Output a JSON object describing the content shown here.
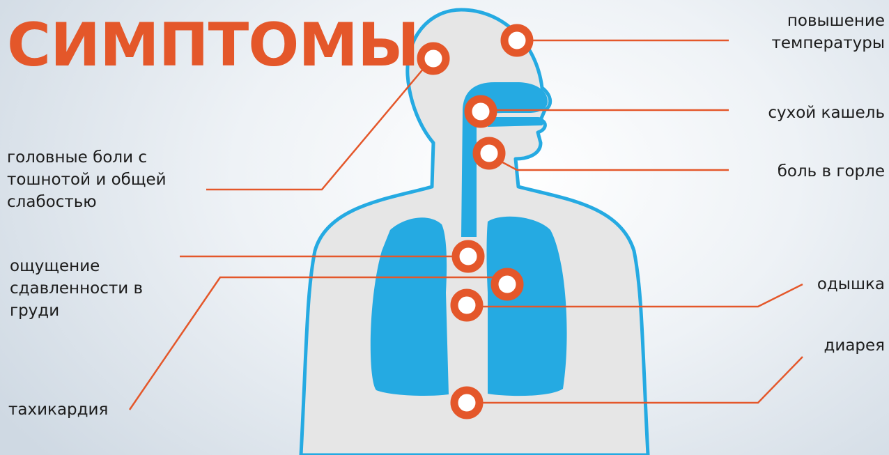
{
  "title": "СИМПТОМЫ",
  "colors": {
    "accent": "#e4572a",
    "organ_blue": "#25aae2",
    "body_fill": "#e6e6e6",
    "label_text": "#1c1c1c"
  },
  "symptoms": [
    {
      "id": "fever",
      "label": "повышение\nтемпературы"
    },
    {
      "id": "dry-cough",
      "label": "сухой кашель"
    },
    {
      "id": "sore-throat",
      "label": "боль в горле"
    },
    {
      "id": "shortness-of-breath",
      "label": "одышка"
    },
    {
      "id": "diarrhea",
      "label": "диарея"
    },
    {
      "id": "headache",
      "label": "головные боли с\nтошнотой и общей\nслабостью"
    },
    {
      "id": "chest-pressure",
      "label": "ощущение\nсдавленности в\nгруди"
    },
    {
      "id": "tachycardia",
      "label": "тахикардия"
    }
  ]
}
